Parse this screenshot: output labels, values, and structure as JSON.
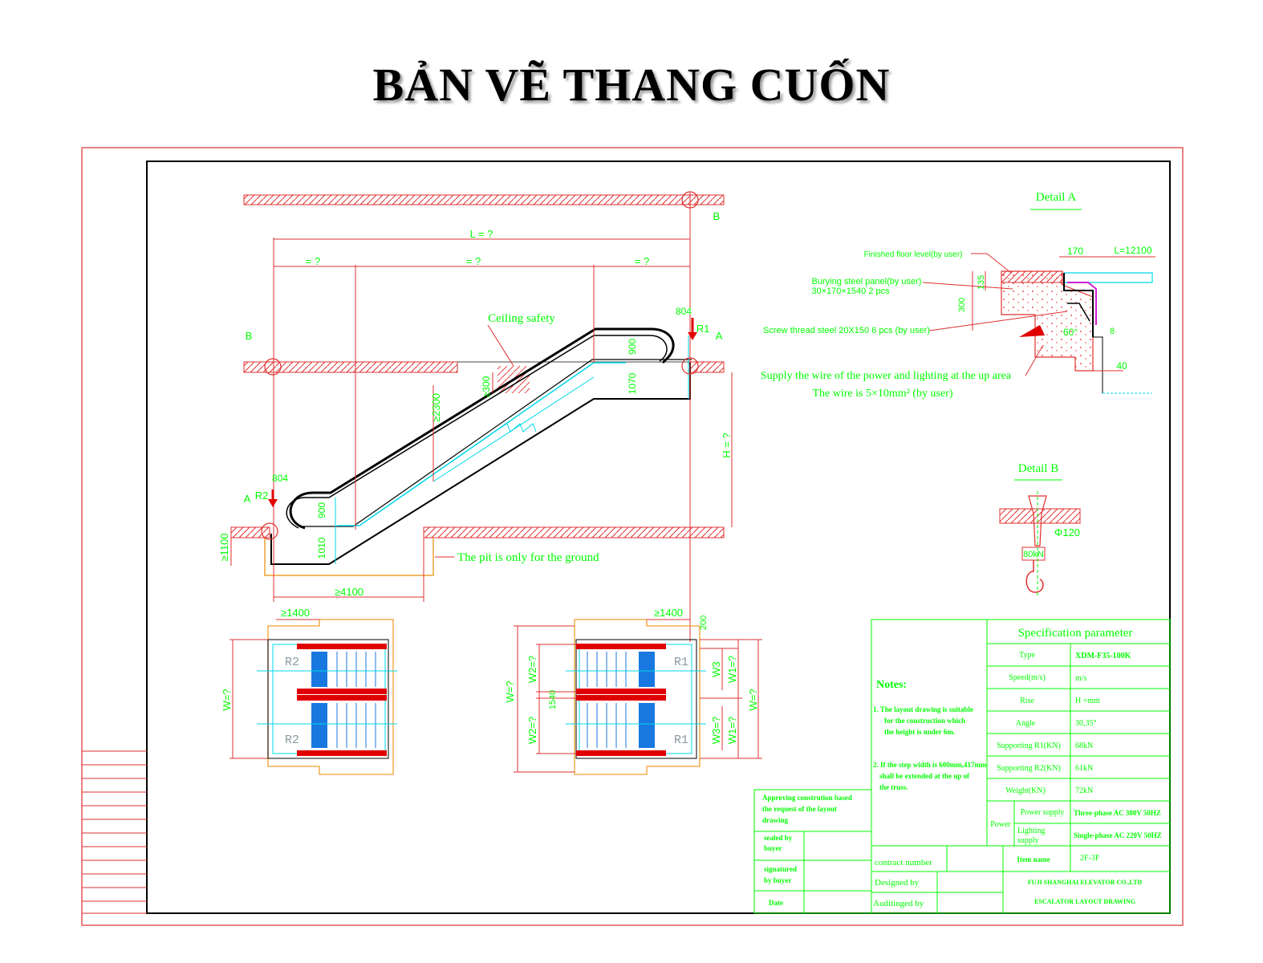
{
  "title": "BẢN VẼ THANG CUỐN",
  "elevation": {
    "dim_L": "L = ?",
    "dim_eq": [
      "= ?",
      "= ?",
      "= ?"
    ],
    "ceiling_safety": "Ceiling safety",
    "dim_804": "804",
    "dim_900": "900",
    "dim_1070": "1070",
    "dim_1010": "1010",
    "dim_2300": "≥2300",
    "dim_300": "≥300",
    "dim_H": "H = ?",
    "dim_1100": "≥1100",
    "dim_4100": "≥4100",
    "label_R1": "R1",
    "label_R2": "R2",
    "label_A": "A",
    "label_B": "B",
    "pit_note": "The pit is only for the ground"
  },
  "plans": {
    "dim_1400": "≥1400",
    "dim_200": "200",
    "dim_1540": "1540",
    "W": "W=?",
    "W1": "W1=?",
    "W2": "W2=?",
    "W3": "W3",
    "W3b": "W3=?",
    "R1": "R1",
    "R2": "R2"
  },
  "detail_a": {
    "title": "Detail A",
    "finished_floor": "Finished floor level(by user)",
    "steel_panel": "Burying steel panel(by user)",
    "steel_panel_size": "30×170×1540  2 pcs",
    "screw": "Screw thread steel 20X150  6 pcs (by user)",
    "supply_1": "Supply the wire of the power and lighting at the up area",
    "supply_2": "The wire is 5×10mm² (by user)",
    "dim_170": "170",
    "dim_L": "L=12100",
    "dim_135": "135",
    "dim_300": "300",
    "dim_60": "60°",
    "dim_40": "40",
    "dim_8": "8"
  },
  "detail_b": {
    "title": "Detail B",
    "dia": "Φ120",
    "load": "80kN"
  },
  "notes": {
    "heading": "Notes:",
    "n1": [
      "1. The layout drawing is suitable",
      "for the construction which",
      "the height is under 6m."
    ],
    "n2": [
      "2. If the step width is 600mm,417mm",
      "shall be extended at the up of",
      "the truss."
    ]
  },
  "spec": {
    "heading": "Specification parameter",
    "rows": [
      {
        "label": "Type",
        "value": "XDM-F35-100K"
      },
      {
        "label": "Speed(m/s)",
        "value": "m/s"
      },
      {
        "label": "Rise",
        "value": "H =mm"
      },
      {
        "label": "Angle",
        "value": "30,35°"
      },
      {
        "label": "Supporting R1(KN)",
        "value": "68kN"
      },
      {
        "label": "Supporting R2(KN)",
        "value": "61kN"
      },
      {
        "label": "Weight(KN)",
        "value": "72kN"
      }
    ],
    "power_label": "Power",
    "power_supply_label": "Power supply",
    "power_supply_value": "Three-phase AC 380V 50HZ",
    "lighting_label_1": "Lighting",
    "lighting_label_2": "supply",
    "lighting_value": "Single-phase AC 220V 50HZ",
    "contract": "contract number",
    "item_name": "Item name",
    "item_value": "2F-3F",
    "designed": "Designed by",
    "audited": "Auditinged by",
    "company": "FUJI SHANGHAI ELEVATOR CO.,LTD",
    "drawing": "ESCALATOR LAYOUT DRAWING"
  },
  "approval": {
    "line1": "Approving constrution based",
    "line2": "the request of the layout",
    "line3": "drawing",
    "sealed_1": "sealed by",
    "sealed_2": "buyer",
    "signed_1": "signatured",
    "signed_2": "by buyer",
    "date": "Date"
  },
  "colors": {
    "border_red": "#e03030",
    "green_text": "#00ff00",
    "cyan": "#00d8e8",
    "orange": "#f0a030",
    "blue_step": "#1878e0"
  }
}
